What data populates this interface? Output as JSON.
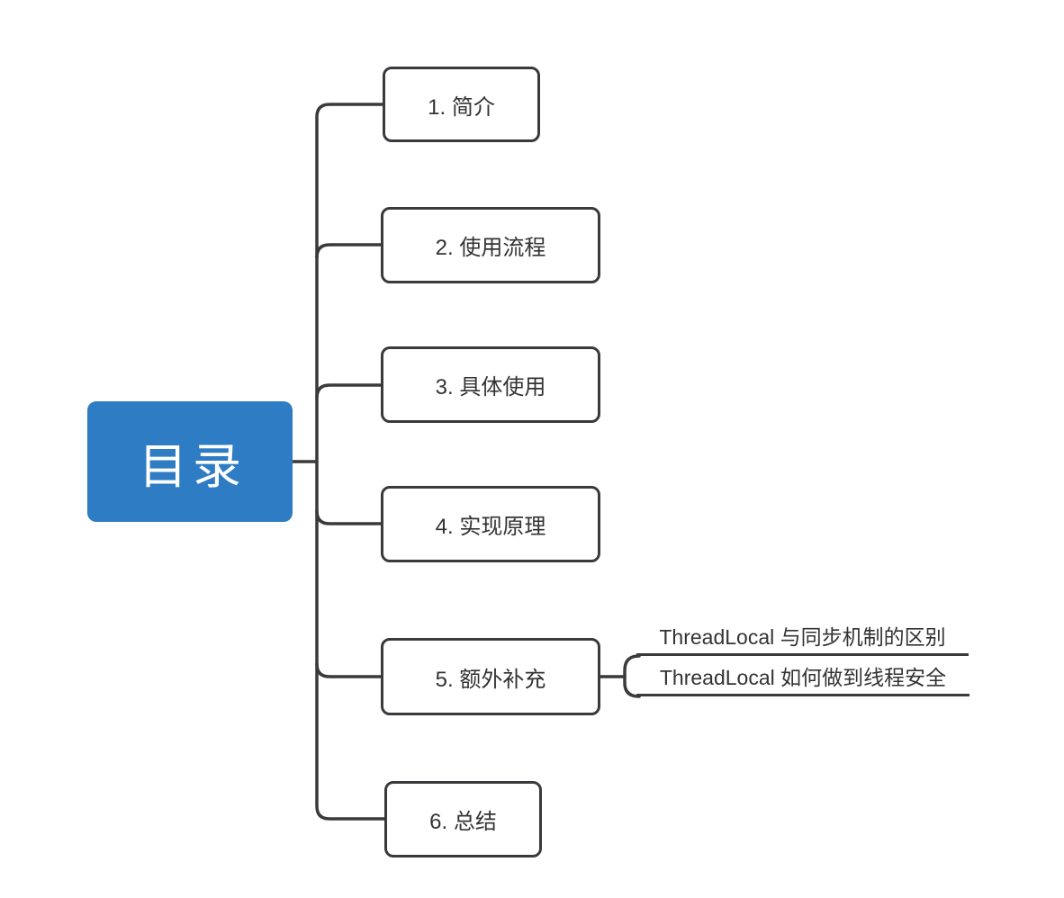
{
  "diagram": {
    "type": "mindmap",
    "root": {
      "label": "目录"
    },
    "topics": [
      {
        "label": "1. 简介"
      },
      {
        "label": "2. 使用流程"
      },
      {
        "label": "3. 具体使用"
      },
      {
        "label": "4. 实现原理"
      },
      {
        "label": "5. 额外补充",
        "children": [
          {
            "label": "ThreadLocal 与同步机制的区别"
          },
          {
            "label": "ThreadLocal 如何做到线程安全"
          }
        ]
      },
      {
        "label": "6. 总结"
      }
    ],
    "colors": {
      "root_bg": "#2E7CC3",
      "root_text": "#FFFFFF",
      "line": "#3A3A3A",
      "node_border": "#3A3A3E",
      "node_text": "#333333",
      "background": "#FFFFFF"
    }
  }
}
